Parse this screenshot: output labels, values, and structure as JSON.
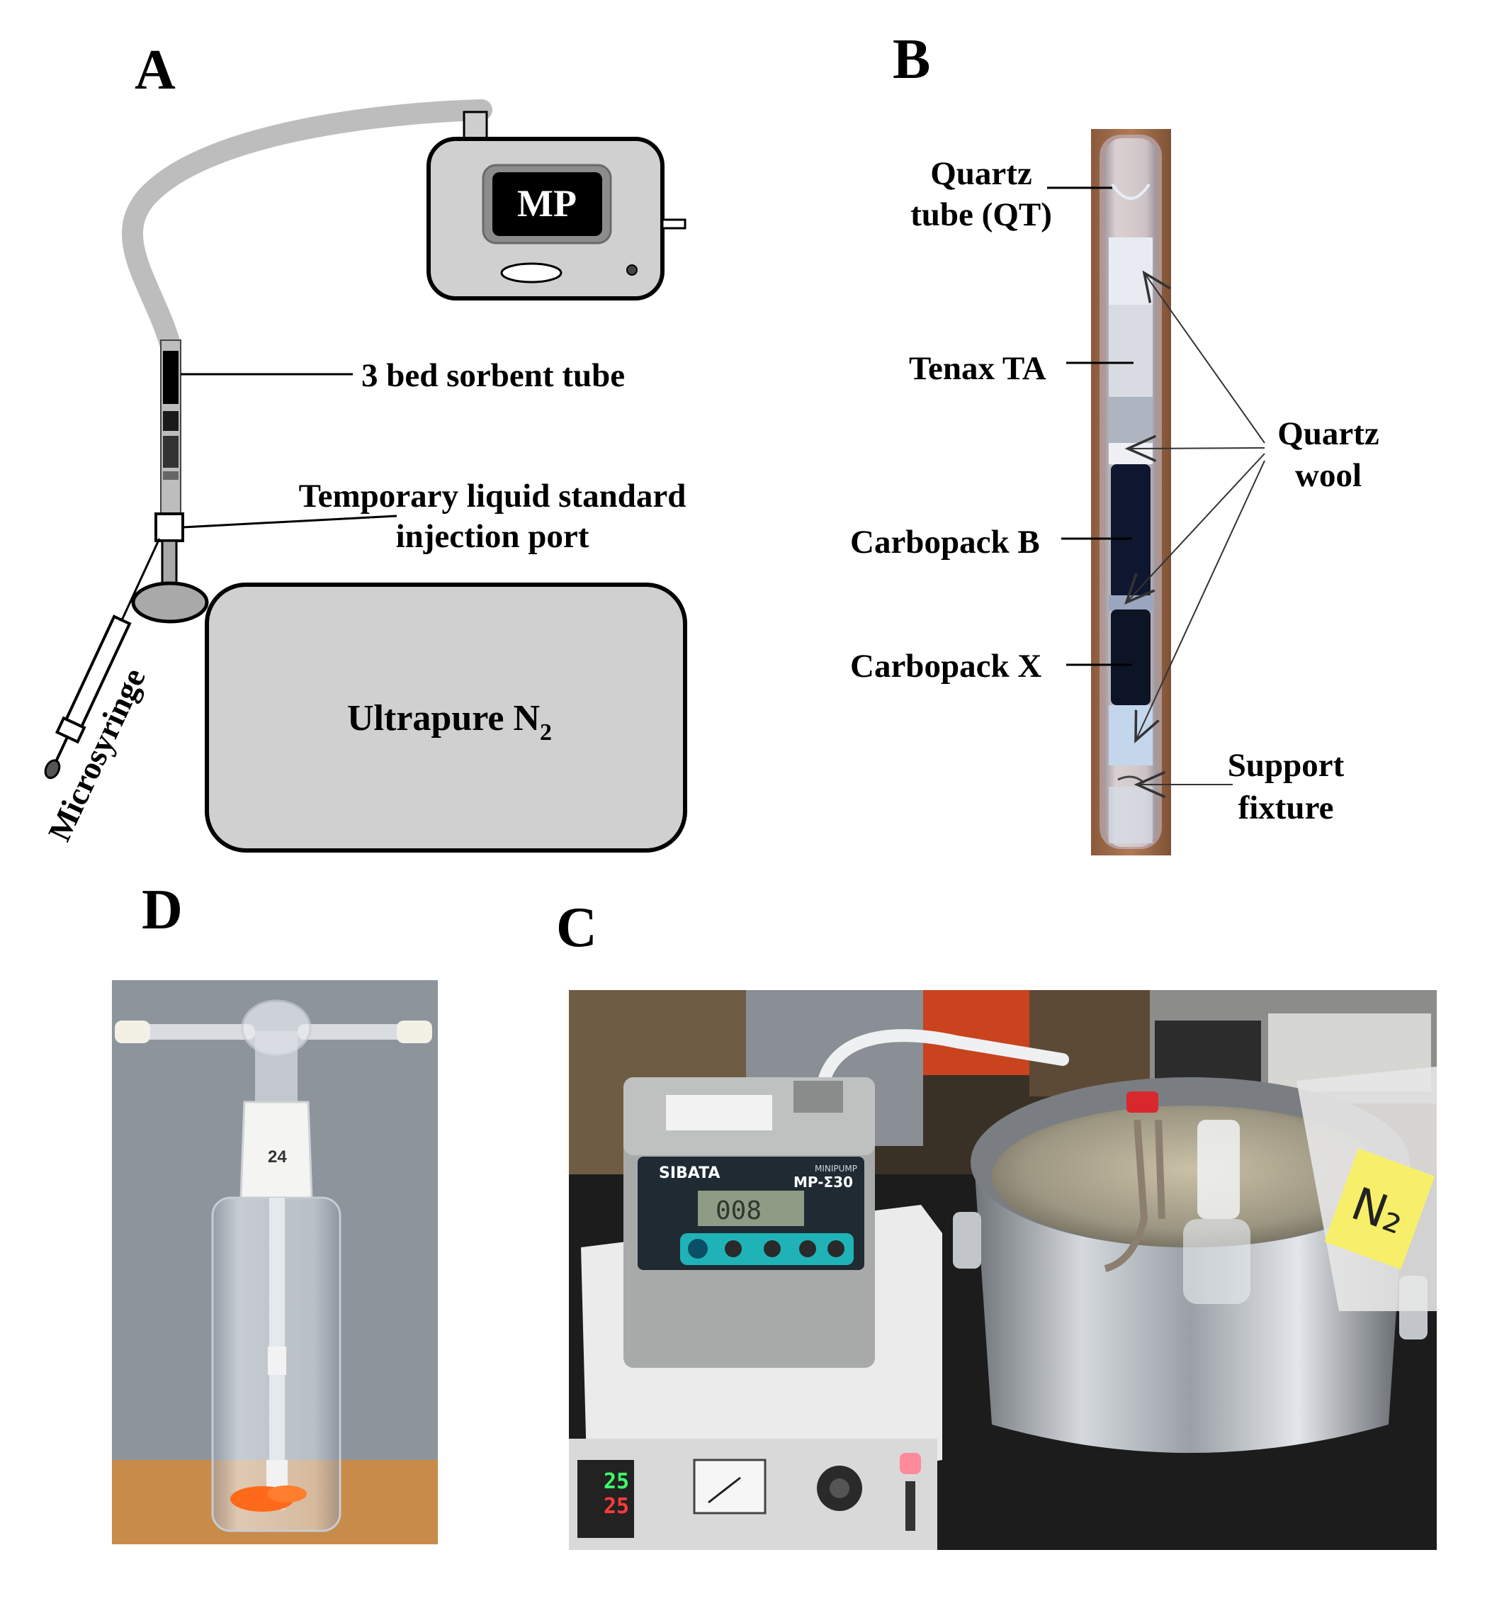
{
  "panels": {
    "a": {
      "letter": "A",
      "pump_label": "MP",
      "sorbent_label": "3 bed sorbent tube",
      "port_label_line1": "Temporary liquid standard",
      "port_label_line2": "injection port",
      "bag_label": "Ultrapure N",
      "bag_label_sub": "2",
      "syringe_label": "Microsyringe"
    },
    "b": {
      "letter": "B",
      "quartz_tube_line1": "Quartz",
      "quartz_tube_line2": "tube (QT)",
      "tenax": "Tenax TA",
      "carbopack_b": "Carbopack B",
      "carbopack_x": "Carbopack X",
      "quartz_wool_line1": "Quartz",
      "quartz_wool_line2": "wool",
      "support_line1": "Support",
      "support_line2": "fixture"
    },
    "c": {
      "letter": "C",
      "pump_brand": "SIBATA",
      "pump_model": "MP-Σ30",
      "pump_series": "MINIPUMP",
      "pump_display": "008",
      "hotplate_temp_top": "25",
      "hotplate_temp_bottom": "25",
      "bag_tag": "N₂"
    },
    "d": {
      "letter": "D",
      "joint_mark": "24"
    }
  }
}
